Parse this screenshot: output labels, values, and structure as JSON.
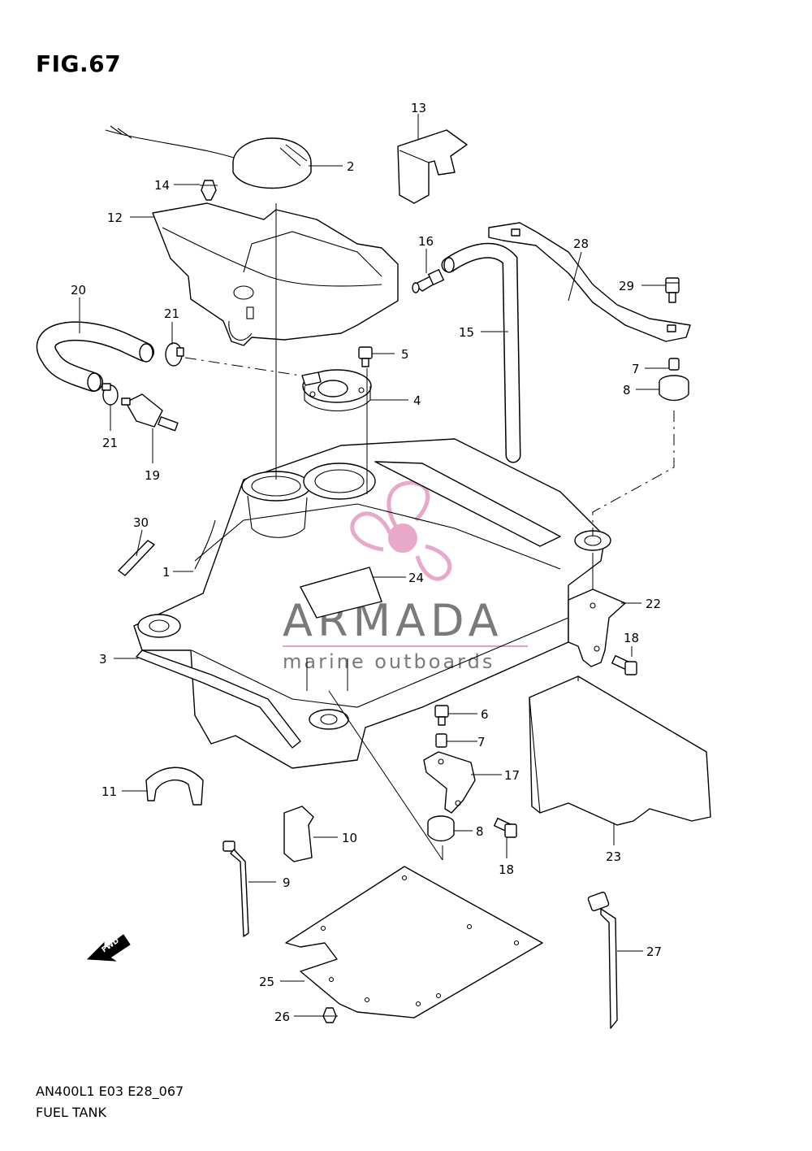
{
  "figure": {
    "title": "FIG.67"
  },
  "footer": {
    "model_code": "AN400L1 E03 E28_067",
    "section_name": "FUEL TANK"
  },
  "watermark": {
    "brand": "ARMADA",
    "tagline": "marine outboards",
    "logo_color": "#e69fc4",
    "text_color": "#7a7a7a"
  },
  "fwd_arrow": {
    "label": "FWD"
  },
  "parts": [
    {
      "no": "1",
      "name": "fuel-tank"
    },
    {
      "no": "2",
      "name": "fuel-cap"
    },
    {
      "no": "3",
      "name": "tank-cushion"
    },
    {
      "no": "4",
      "name": "fuel-pump-plate"
    },
    {
      "no": "5",
      "name": "bolt"
    },
    {
      "no": "6",
      "name": "bolt"
    },
    {
      "no": "7",
      "name": "collar"
    },
    {
      "no": "8",
      "name": "cushion"
    },
    {
      "no": "9",
      "name": "tie-clip"
    },
    {
      "no": "10",
      "name": "clamp"
    },
    {
      "no": "11",
      "name": "cushion"
    },
    {
      "no": "12",
      "name": "tank-cover"
    },
    {
      "no": "13",
      "name": "cover"
    },
    {
      "no": "14",
      "name": "clip"
    },
    {
      "no": "15",
      "name": "breather-hose"
    },
    {
      "no": "16",
      "name": "joint"
    },
    {
      "no": "17",
      "name": "bracket"
    },
    {
      "no": "18",
      "name": "bolt"
    },
    {
      "no": "19",
      "name": "fuel-filter"
    },
    {
      "no": "20",
      "name": "fuel-hose"
    },
    {
      "no": "21",
      "name": "hose-clamp"
    },
    {
      "no": "22",
      "name": "bracket"
    },
    {
      "no": "23",
      "name": "heat-shield"
    },
    {
      "no": "24",
      "name": "label"
    },
    {
      "no": "25",
      "name": "tank-plate"
    },
    {
      "no": "26",
      "name": "clip"
    },
    {
      "no": "27",
      "name": "cable-tie"
    },
    {
      "no": "28",
      "name": "stay"
    },
    {
      "no": "29",
      "name": "bolt"
    },
    {
      "no": "30",
      "name": "pin"
    }
  ],
  "callouts": [
    {
      "key": "c2",
      "text": "2"
    },
    {
      "key": "c13",
      "text": "13"
    },
    {
      "key": "c14",
      "text": "14"
    },
    {
      "key": "c12",
      "text": "12"
    },
    {
      "key": "c16",
      "text": "16"
    },
    {
      "key": "c28",
      "text": "28"
    },
    {
      "key": "c29",
      "text": "29"
    },
    {
      "key": "c20",
      "text": "20"
    },
    {
      "key": "c21a",
      "text": "21"
    },
    {
      "key": "c15",
      "text": "15"
    },
    {
      "key": "c5",
      "text": "5"
    },
    {
      "key": "c7a",
      "text": "7"
    },
    {
      "key": "c8a",
      "text": "8"
    },
    {
      "key": "c4",
      "text": "4"
    },
    {
      "key": "c21b",
      "text": "21"
    },
    {
      "key": "c19",
      "text": "19"
    },
    {
      "key": "c30",
      "text": "30"
    },
    {
      "key": "c1",
      "text": "1"
    },
    {
      "key": "c24",
      "text": "24"
    },
    {
      "key": "c22",
      "text": "22"
    },
    {
      "key": "c18a",
      "text": "18"
    },
    {
      "key": "c3",
      "text": "3"
    },
    {
      "key": "c6",
      "text": "6"
    },
    {
      "key": "c7b",
      "text": "7"
    },
    {
      "key": "c17",
      "text": "17"
    },
    {
      "key": "c11",
      "text": "11"
    },
    {
      "key": "c10",
      "text": "10"
    },
    {
      "key": "c8b",
      "text": "8"
    },
    {
      "key": "c18b",
      "text": "18"
    },
    {
      "key": "c23",
      "text": "23"
    },
    {
      "key": "c9",
      "text": "9"
    },
    {
      "key": "c27",
      "text": "27"
    },
    {
      "key": "c25",
      "text": "25"
    },
    {
      "key": "c26",
      "text": "26"
    }
  ]
}
